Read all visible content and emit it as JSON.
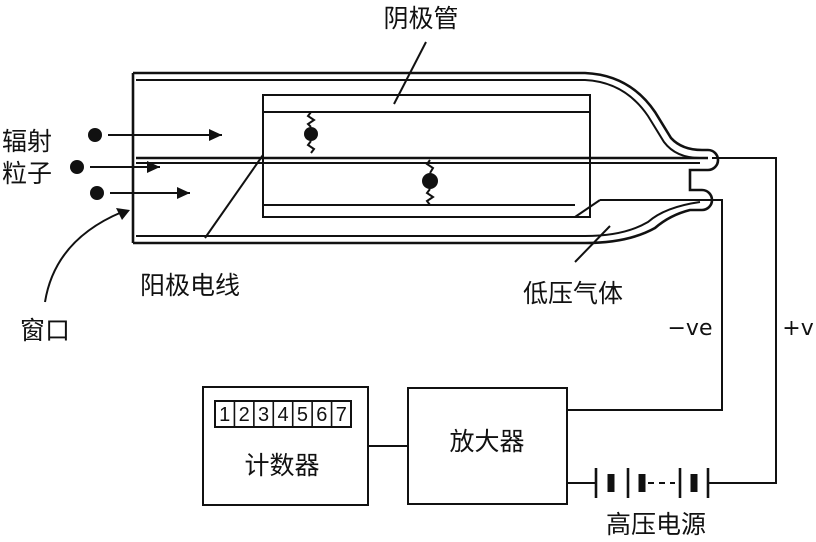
{
  "labels": {
    "cathode_tube": "阴极管",
    "radiation_particles_line1": "辐射",
    "radiation_particles_line2": "粒子",
    "window": "窗口",
    "anode_wire": "阳极电线",
    "low_pressure_gas": "低压气体",
    "negative_terminal": "−ve",
    "positive_terminal": "+v",
    "counter": "计数器",
    "amplifier": "放大器",
    "high_voltage_supply": "高压电源"
  },
  "counter_digits": [
    "1",
    "2",
    "3",
    "4",
    "5",
    "6",
    "7"
  ],
  "colors": {
    "stroke": "#111111",
    "background": "#ffffff"
  }
}
